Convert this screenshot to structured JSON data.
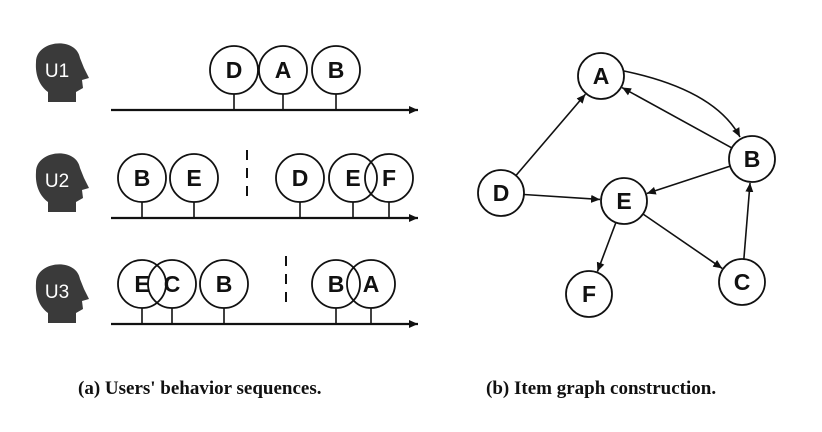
{
  "panel_a": {
    "caption": "(a) Users' behavior sequences.",
    "users": [
      {
        "label": "U1",
        "sessions": [
          [
            "D",
            "A",
            "B"
          ]
        ]
      },
      {
        "label": "U2",
        "sessions": [
          [
            "B",
            "E"
          ],
          [
            "D",
            "E",
            "F"
          ]
        ]
      },
      {
        "label": "U3",
        "sessions": [
          [
            "E",
            "C",
            "B"
          ],
          [
            "B",
            "A"
          ]
        ]
      }
    ]
  },
  "panel_b": {
    "caption": "(b) Item graph construction.",
    "nodes": [
      "A",
      "B",
      "C",
      "D",
      "E",
      "F"
    ],
    "edges": [
      [
        "A",
        "B"
      ],
      [
        "B",
        "A"
      ],
      [
        "D",
        "A"
      ],
      [
        "D",
        "E"
      ],
      [
        "B",
        "E"
      ],
      [
        "E",
        "F"
      ],
      [
        "E",
        "C"
      ],
      [
        "C",
        "B"
      ]
    ]
  },
  "colors": {
    "head": "#3a3a3a",
    "head_text": "#ffffff",
    "line": "#111111",
    "node_fill": "#ffffff"
  }
}
